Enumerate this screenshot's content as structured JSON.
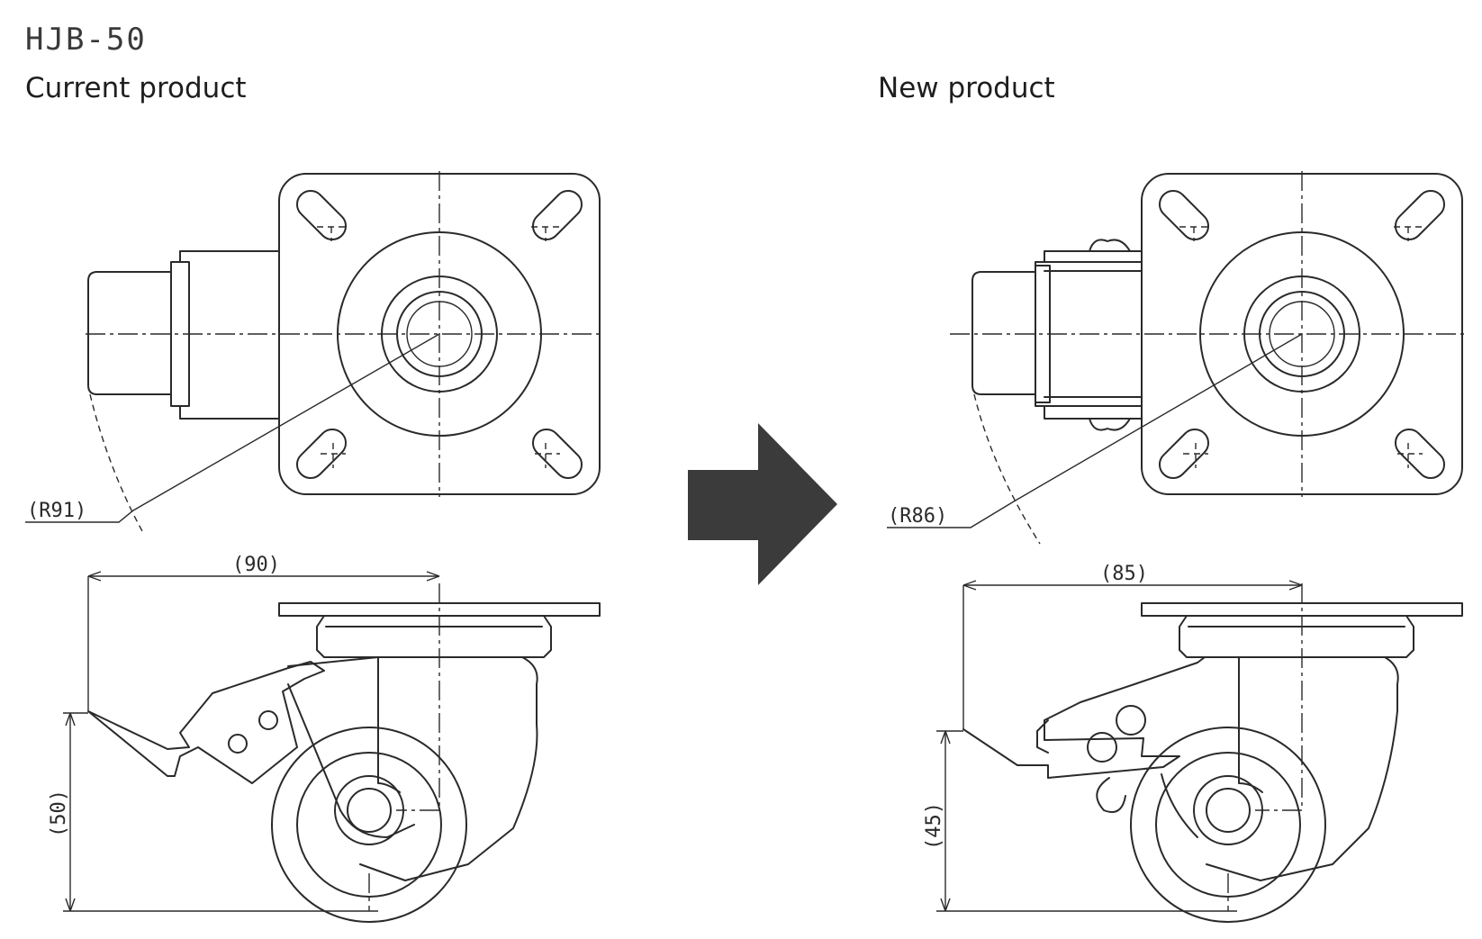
{
  "model": "HJB-50",
  "panels": {
    "current": {
      "heading": "Current product",
      "radius_label": "(R91)",
      "length_label": "(90)",
      "height_label": "(50)"
    },
    "new": {
      "heading": "New product",
      "radius_label": "(R86)",
      "length_label": "(85)",
      "height_label": "(45)"
    }
  },
  "arrow": {
    "color": "#3b3b3b"
  },
  "line_color": "#2a2a2a"
}
